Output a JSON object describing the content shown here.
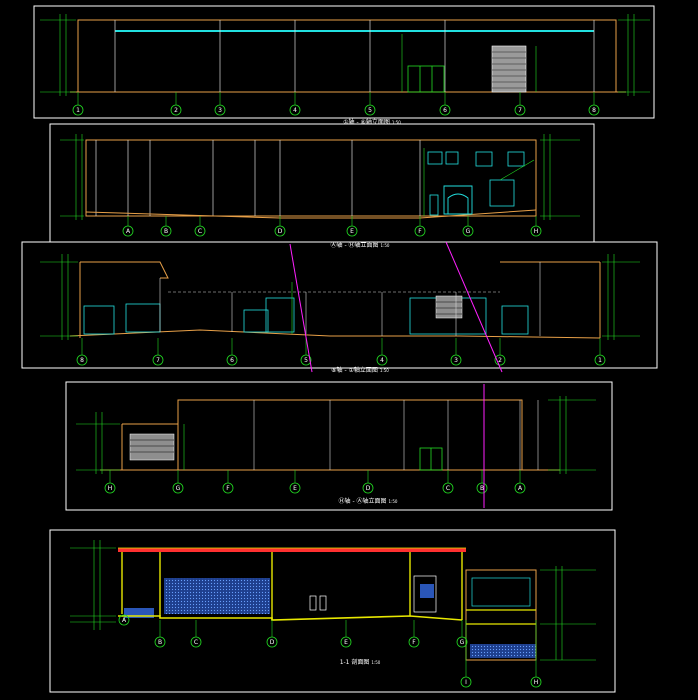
{
  "colors": {
    "background": "#000000",
    "frame": "#ffffff",
    "outline": "#e8a048",
    "grid": "#d8d8d8",
    "dimension": "#22dd22",
    "cyan": "#22e0e0",
    "magenta": "#ff20ff",
    "hatch": "#3a6ee8",
    "yellow": "#e8e800",
    "red": "#ff3030"
  },
  "views": [
    {
      "id": "elev-1-8",
      "title": "①轴 - ⑧轴立面图",
      "scale": "1:50",
      "axis_labels": [
        "1",
        "2",
        "3",
        "4",
        "5",
        "6",
        "7",
        "8"
      ]
    },
    {
      "id": "elev-a-h",
      "title": "Ⓐ轴 - Ⓗ轴立面图",
      "scale": "1:50",
      "axis_labels": [
        "A",
        "B",
        "C",
        "D",
        "E",
        "F",
        "G",
        "H"
      ]
    },
    {
      "id": "elev-8-1",
      "title": "⑧轴 - ①轴立面图",
      "scale": "1:50",
      "axis_labels": [
        "8",
        "7",
        "6",
        "5",
        "4",
        "3",
        "2",
        "1"
      ]
    },
    {
      "id": "elev-h-a",
      "title": "Ⓗ轴 - Ⓐ轴立面图",
      "scale": "1:50",
      "axis_labels": [
        "H",
        "G",
        "F",
        "E",
        "D",
        "C",
        "B",
        "A"
      ]
    },
    {
      "id": "section-1-1",
      "title": "1-1 剖面图",
      "scale": "1:50",
      "axis_labels": [
        "A",
        "B",
        "C",
        "D",
        "E",
        "F",
        "G",
        "H",
        "I"
      ]
    }
  ]
}
